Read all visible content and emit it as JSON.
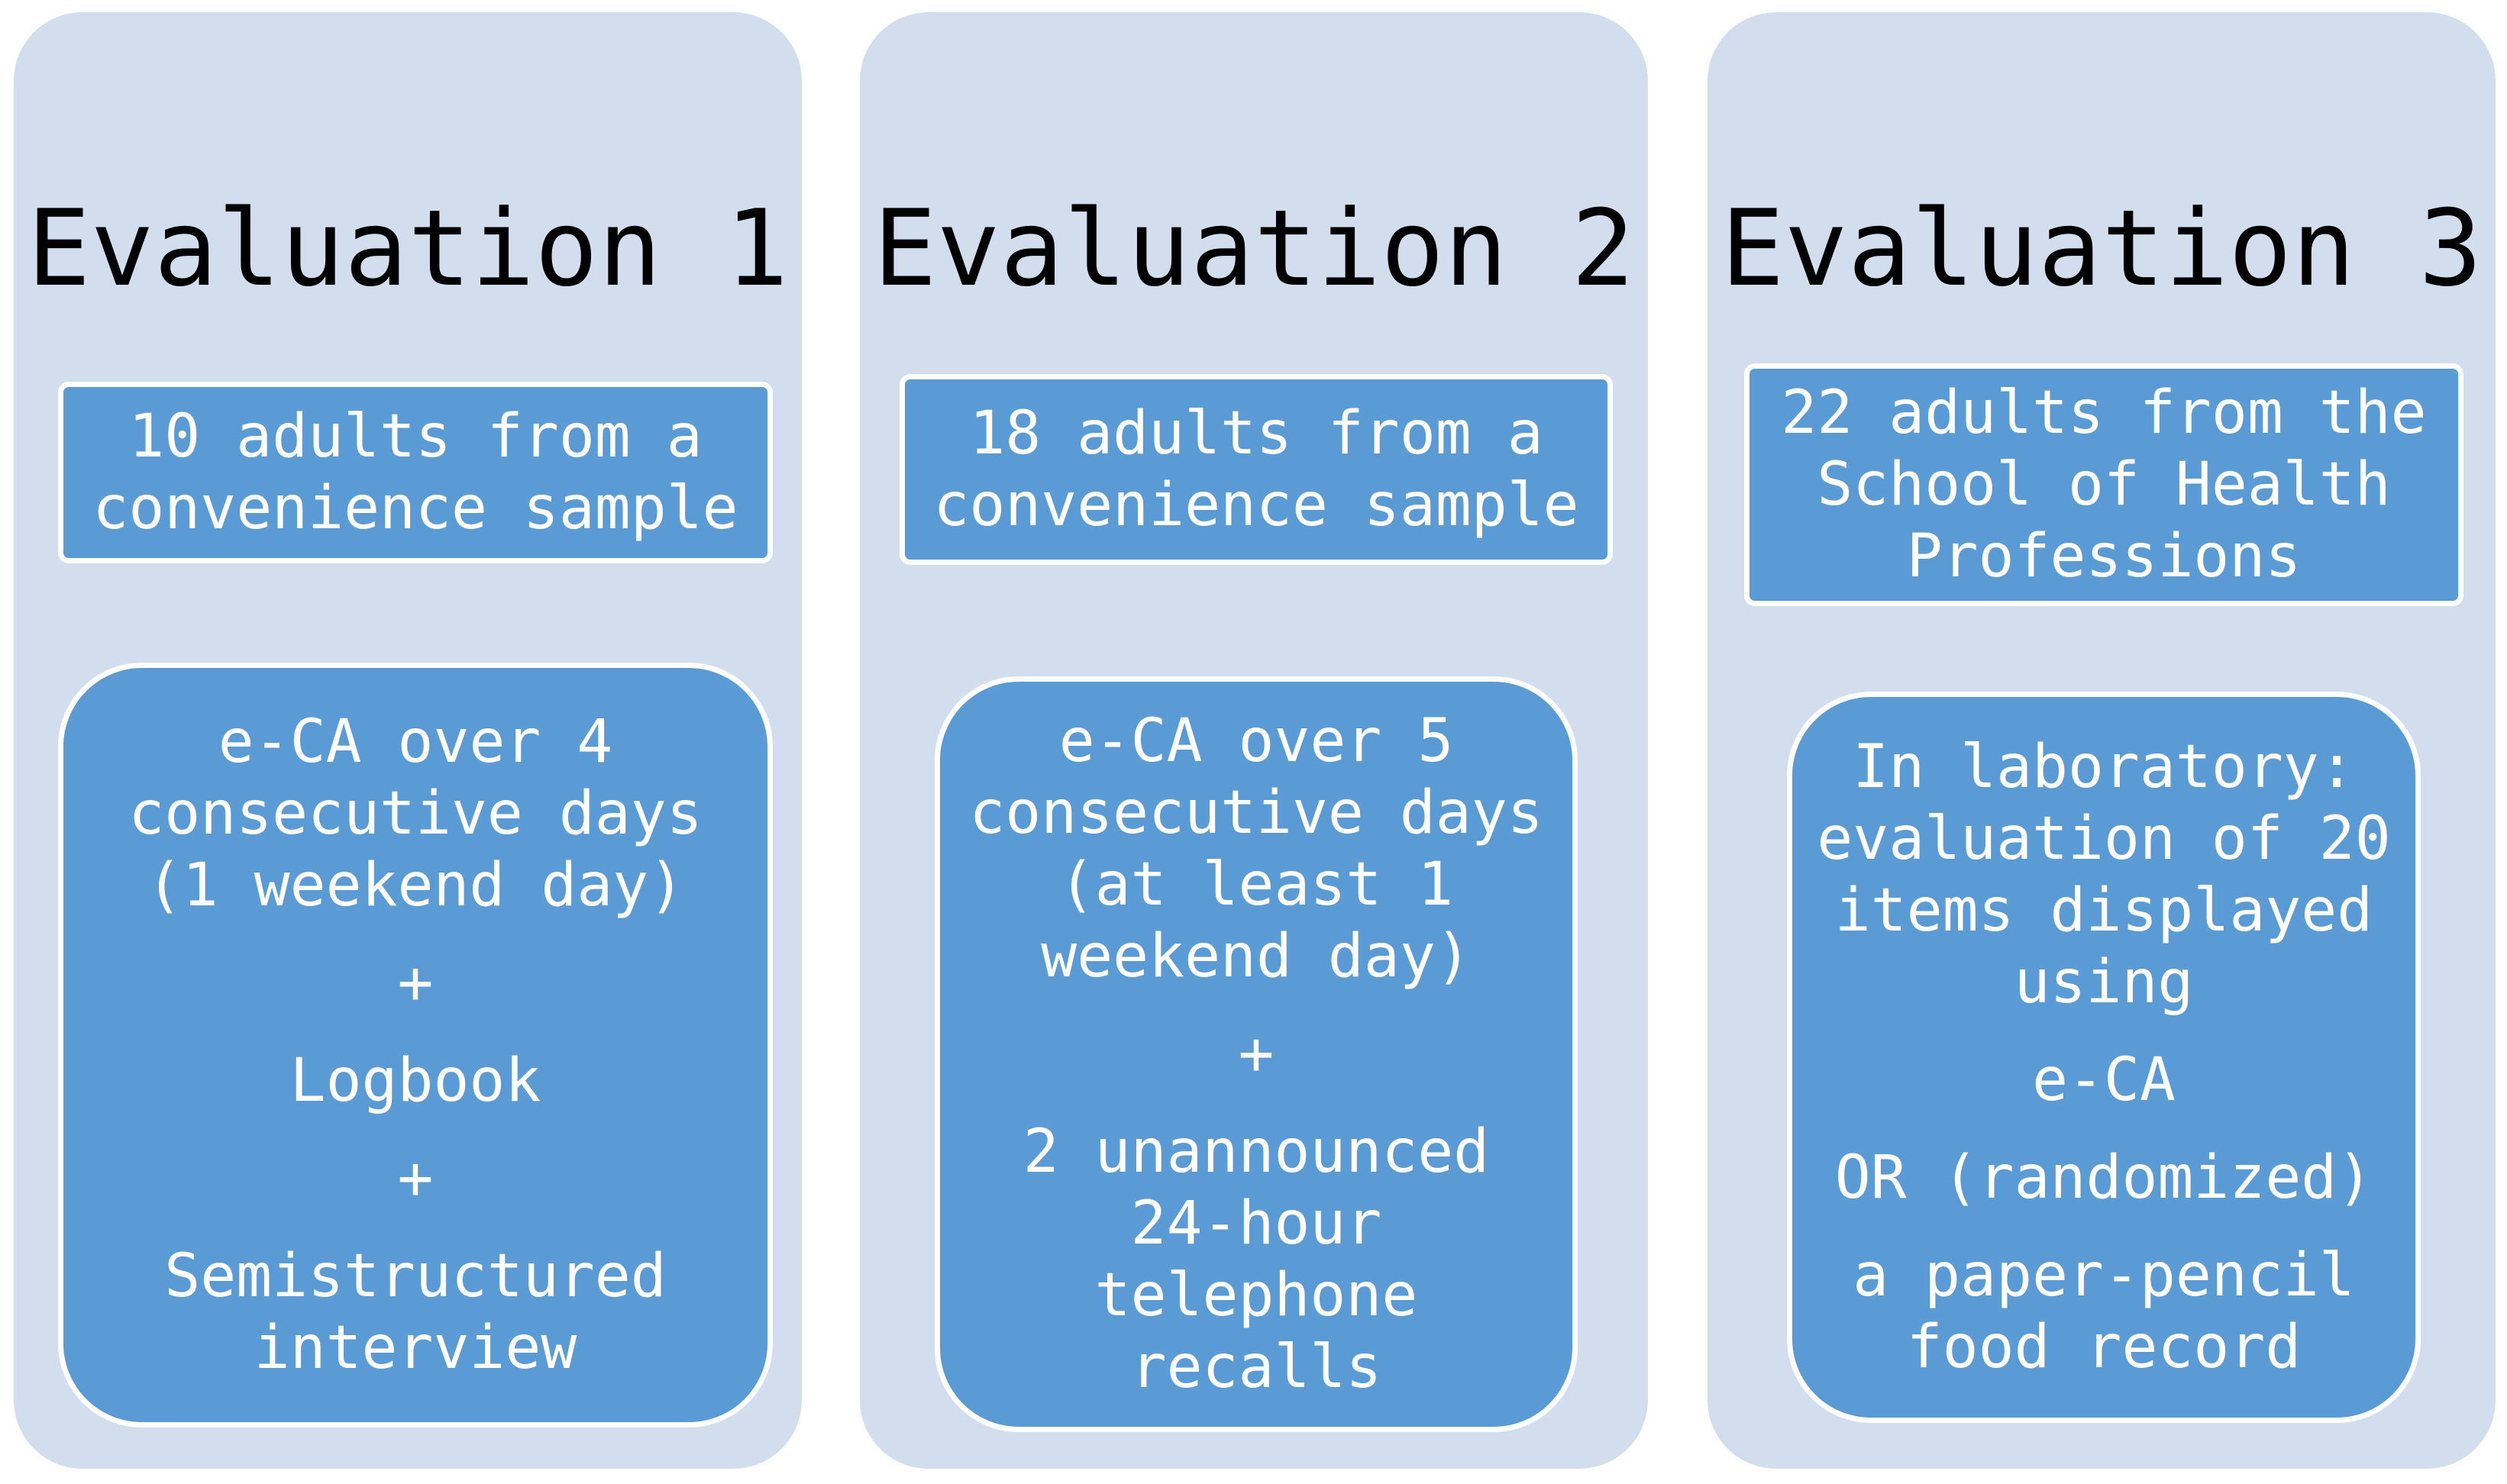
{
  "evaluations": [
    {
      "title": "Evaluation 1",
      "sample": [
        "10 adults from a",
        "convenience sample"
      ],
      "method": [
        [
          "e-CA over 4",
          "consecutive days",
          "(1 weekend day)"
        ],
        [
          "+"
        ],
        [
          "Logbook"
        ],
        [
          "+"
        ],
        [
          "Semistructured",
          "interview"
        ]
      ]
    },
    {
      "title": "Evaluation 2",
      "sample": [
        "18 adults from a",
        "convenience sample"
      ],
      "method": [
        [
          "e-CA over 5",
          "consecutive days",
          "(at least 1",
          "weekend day)"
        ],
        [
          "+"
        ],
        [
          "2 unannounced",
          "24-hour",
          "telephone",
          "recalls"
        ]
      ]
    },
    {
      "title": "Evaluation 3",
      "sample": [
        "22 adults from the",
        "School of Health",
        "Professions"
      ],
      "method": [
        [
          "In laboratory:",
          "evaluation of 20",
          "items displayed",
          "using"
        ],
        [
          "e-CA"
        ],
        [
          "OR (randomized)"
        ],
        [
          "a paper-pencil",
          "food record"
        ]
      ]
    }
  ],
  "colors": {
    "column_bg": "#d2deee",
    "box_fill": "#5b9bd5",
    "box_border": "#ffffff",
    "title_text": "#000000",
    "box_text": "#ffffff"
  }
}
